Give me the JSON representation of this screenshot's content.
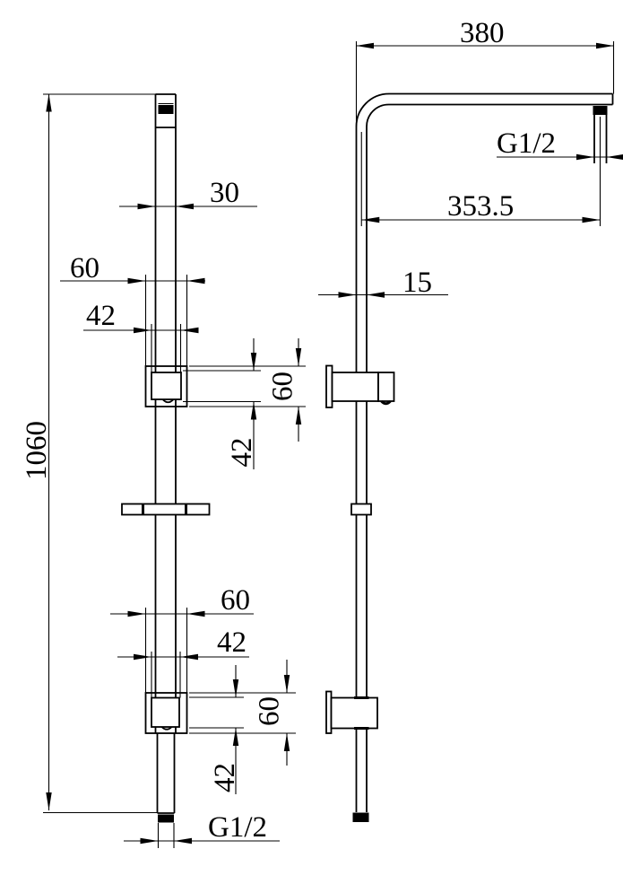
{
  "drawing": {
    "kind": "technical-dimension-drawing",
    "subject": "shower rail column, front and side views",
    "colors": {
      "line": "#000000",
      "background": "#ffffff"
    },
    "labels": {
      "arm_length": "380",
      "arm_thread": "G1/2",
      "arm_offset": "353.5",
      "riser_width": "15",
      "rail_top_width": "30",
      "upper_bracket_width": "60",
      "upper_bracket_inner_width": "42",
      "upper_bracket_height": "60",
      "upper_bracket_inner_height": "42",
      "lower_bracket_width": "60",
      "lower_bracket_inner_width": "42",
      "lower_bracket_height": "60",
      "lower_bracket_inner_height": "42",
      "overall_height": "1060",
      "bottom_thread": "G1/2"
    }
  }
}
